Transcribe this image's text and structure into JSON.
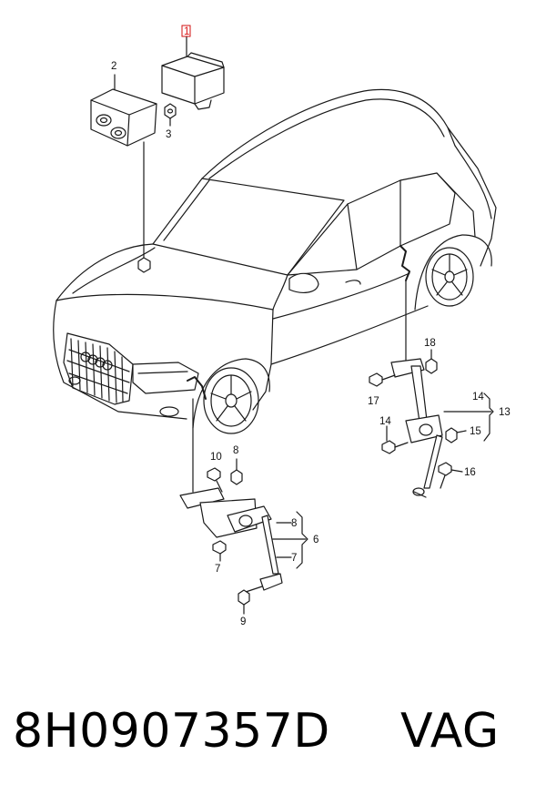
{
  "callouts": {
    "c1": "1",
    "c2": "2",
    "c3": "3",
    "c6": "6",
    "c7a": "7",
    "c7b": "7",
    "c8a": "8",
    "c8b": "8",
    "c9": "9",
    "c10": "10",
    "c13": "13",
    "c14a": "14",
    "c14b": "14",
    "c15": "15",
    "c16": "16",
    "c17": "17",
    "c18": "18"
  },
  "footer": {
    "part_number": "8H0907357D",
    "brand": "VAG"
  },
  "colors": {
    "highlight": "#d11111",
    "line": "#1a1a1a"
  }
}
